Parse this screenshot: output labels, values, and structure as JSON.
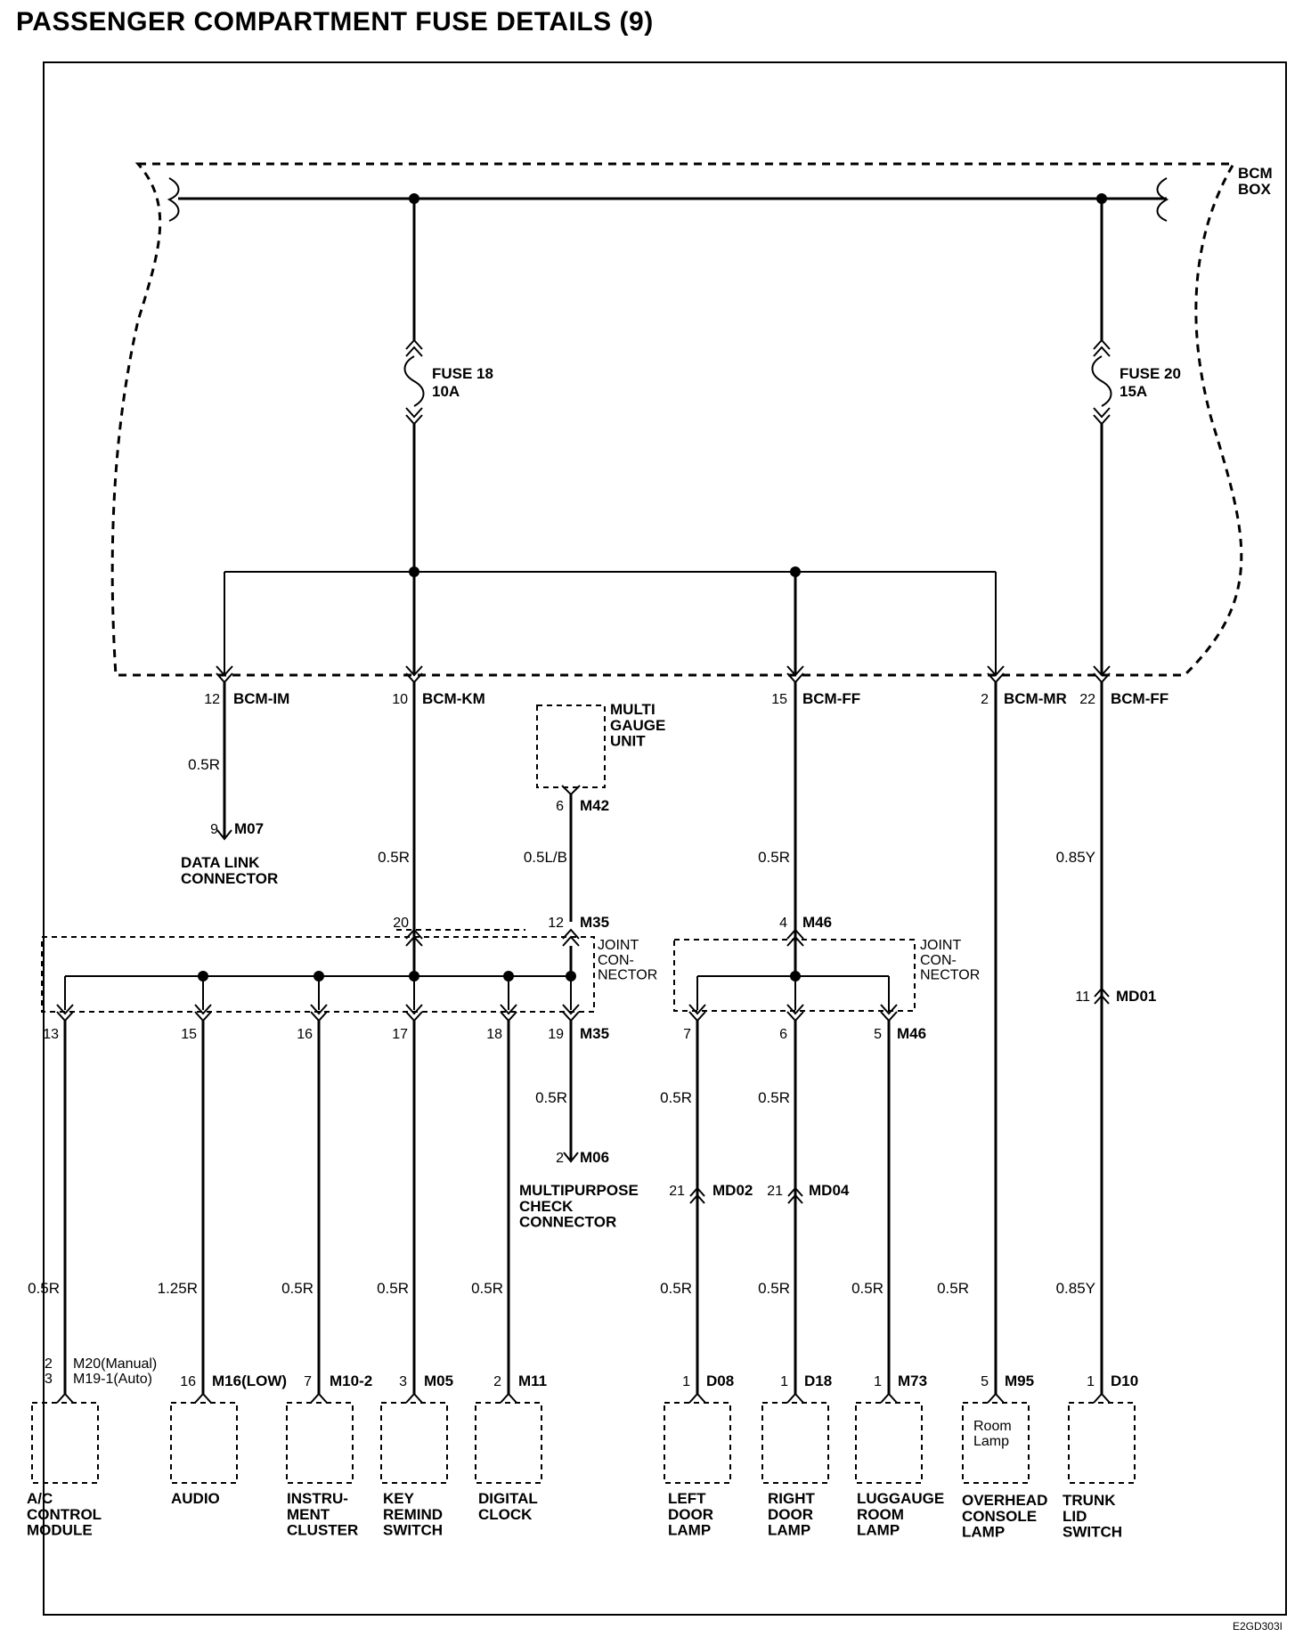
{
  "page_title": "PASSENGER COMPARTMENT FUSE DETAILS (9)",
  "figure_code": "E2GD303I",
  "bcm_box": "BCM\nBOX",
  "fuses": [
    {
      "name": "FUSE 18",
      "rating": "10A"
    },
    {
      "name": "FUSE 20",
      "rating": "15A"
    }
  ],
  "bcm_connectors": [
    {
      "pin": "12",
      "name": "BCM-IM"
    },
    {
      "pin": "10",
      "name": "BCM-KM"
    },
    {
      "pin": "15",
      "name": "BCM-FF"
    },
    {
      "pin": "2",
      "name": "BCM-MR"
    },
    {
      "pin": "22",
      "name": "BCM-FF"
    }
  ],
  "joint_connector_label": "JOINT\nCON-\nNECTOR",
  "multi_gauge": {
    "name": "MULTI\nGAUGE\nUNIT",
    "pin": "6",
    "connector": "M42",
    "wire": "0.5L/B"
  },
  "data_link": {
    "wire": "0.5R",
    "pin": "9",
    "connector": "M07",
    "name": "DATA LINK\nCONNECTOR"
  },
  "m35_inputs": [
    {
      "pin": "20",
      "wire": "0.5R"
    },
    {
      "pin": "12",
      "connector": "M35"
    }
  ],
  "m46_input": {
    "pin": "4",
    "connector": "M46",
    "wire": "0.5R"
  },
  "m35_outputs": [
    {
      "pin": "13"
    },
    {
      "pin": "15"
    },
    {
      "pin": "16"
    },
    {
      "pin": "17"
    },
    {
      "pin": "18"
    },
    {
      "pin": "19",
      "connector": "M35"
    }
  ],
  "m46_outputs": [
    {
      "pin": "7"
    },
    {
      "pin": "6"
    },
    {
      "pin": "5",
      "connector": "M46"
    }
  ],
  "multipurpose": {
    "wire": "0.5R",
    "pin": "2",
    "connector": "M06",
    "name": "MULTIPURPOSE\nCHECK\nCONNECTOR"
  },
  "inline_connectors": [
    {
      "pin": "21",
      "connector": "MD02"
    },
    {
      "pin": "21",
      "connector": "MD04"
    },
    {
      "pin": "11",
      "connector": "MD01"
    }
  ],
  "upper_wires": [
    "0.5R",
    "0.5R",
    "0.85Y"
  ],
  "loads": [
    {
      "wire": "0.5R",
      "pin": "2\n3",
      "connector": "M20(Manual)\nM19-1(Auto)",
      "name": "A/C\nCONTROL\nMODULE"
    },
    {
      "wire": "1.25R",
      "pin": "16",
      "connector": "M16(LOW)",
      "name": "AUDIO"
    },
    {
      "wire": "0.5R",
      "pin": "7",
      "connector": "M10-2",
      "name": "INSTRU-\nMENT\nCLUSTER"
    },
    {
      "wire": "0.5R",
      "pin": "3",
      "connector": "M05",
      "name": "KEY\nREMIND\nSWITCH"
    },
    {
      "wire": "0.5R",
      "pin": "2",
      "connector": "M11",
      "name": "DIGITAL\nCLOCK"
    },
    {
      "wire": "0.5R",
      "pin": "1",
      "connector": "D08",
      "name": "LEFT\nDOOR\nLAMP"
    },
    {
      "wire": "0.5R",
      "pin": "1",
      "connector": "D18",
      "name": "RIGHT\nDOOR\nLAMP"
    },
    {
      "wire": "0.5R",
      "pin": "1",
      "connector": "M73",
      "name": "LUGGAUGE\nROOM\nLAMP"
    },
    {
      "wire": "0.5R",
      "pin": "5",
      "connector": "M95",
      "name": "OVERHEAD\nCONSOLE\nLAMP",
      "inner": "Room\nLamp"
    },
    {
      "wire": "0.85Y",
      "pin": "1",
      "connector": "D10",
      "name": "TRUNK\nLID\nSWITCH"
    }
  ]
}
